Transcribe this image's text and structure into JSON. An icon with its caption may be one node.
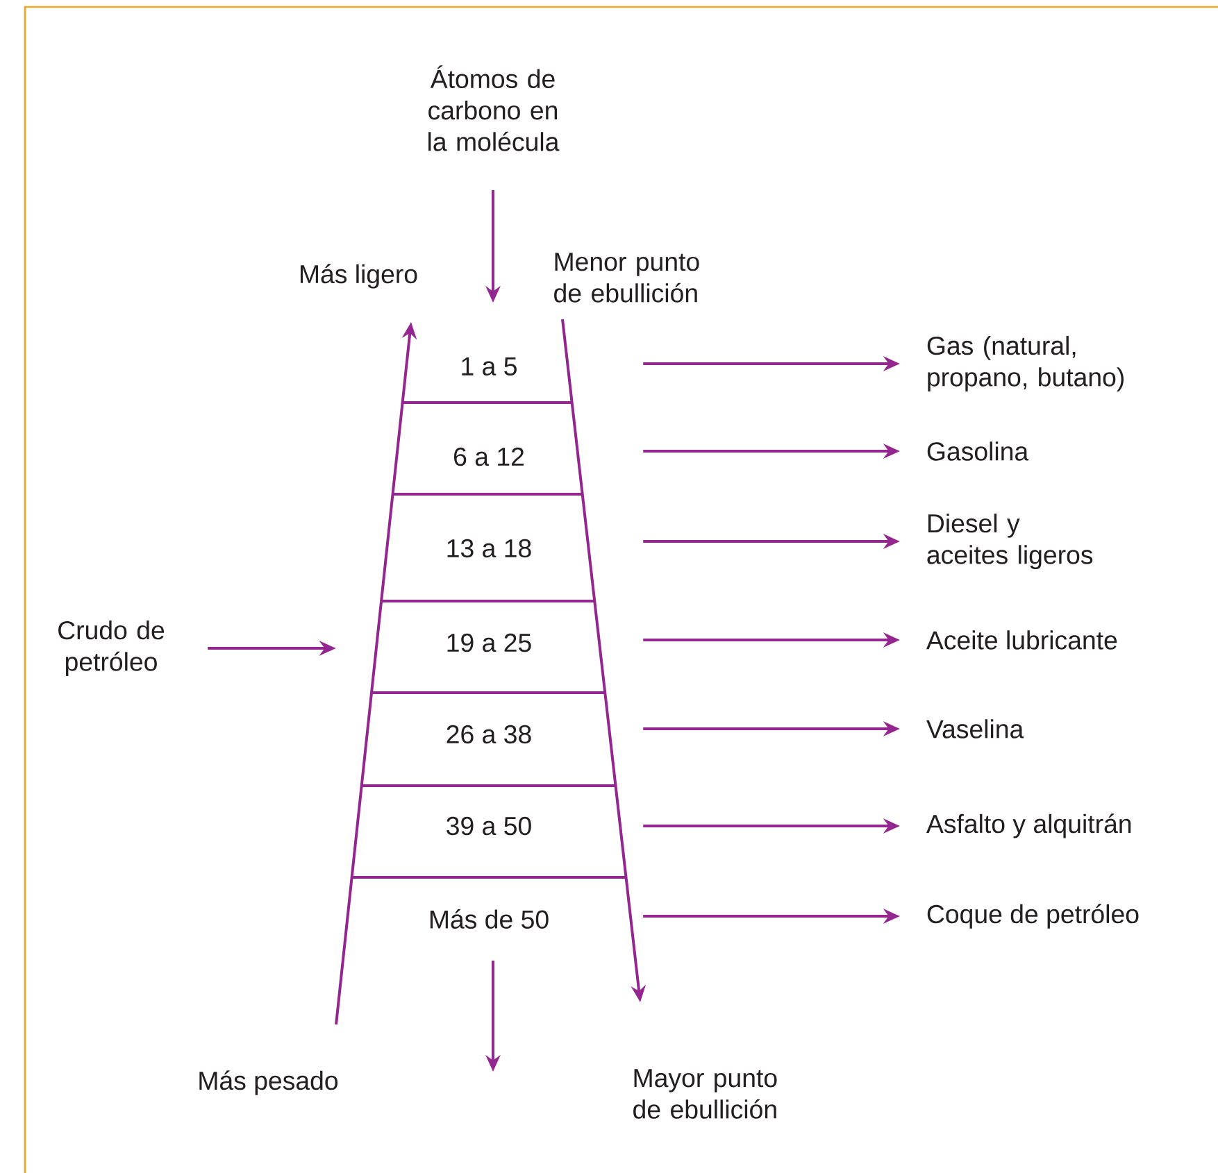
{
  "diagram": {
    "nodes": [
      {
        "text": [],
        "shape": "box"
      },
      {
        "text": [
          "1 a 5"
        ],
        "in": 0
      },
      {
        "text": [
          "6 a 12"
        ],
        "in": 0
      },
      {
        "text": [
          "13 a 18"
        ],
        "in": 0
      },
      {
        "text": [
          "19 a 25"
        ],
        "in": 0
      },
      {
        "text": [
          "26 a 38"
        ],
        "in": 0
      },
      {
        "text": [
          "39 a 50"
        ],
        "in": 0
      },
      {
        "text": [
          "Más de 50"
        ],
        "in": 0
      },
      {
        "text": [
          "Crudo de petróleo"
        ]
      },
      {
        "text": [
          "Gas (natural, propano, butano)"
        ]
      },
      {
        "text": [
          "Gasolina"
        ]
      },
      {
        "text": [
          "Diesel y aceites ligeros"
        ]
      },
      {
        "text": [
          "Aceite lubricante"
        ]
      },
      {
        "text": [
          "Vaselina"
        ]
      },
      {
        "text": [
          "Asfalto y alquitrán"
        ]
      },
      {
        "text": [
          "Coque de petróleo"
        ]
      }
    ],
    "edges": [
      {
        "from": 8,
        "to": 0,
        "arrow": "to"
      },
      {
        "from": 0,
        "to": 9,
        "arrow": "to"
      },
      {
        "from": 0,
        "to": 10,
        "arrow": "to"
      },
      {
        "from": 0,
        "to": 11,
        "arrow": "to"
      },
      {
        "from": 0,
        "to": 12,
        "arrow": "to"
      },
      {
        "from": 0,
        "to": 13,
        "arrow": "to"
      },
      {
        "from": 0,
        "to": 14,
        "arrow": "to"
      },
      {
        "from": 0,
        "to": 15,
        "arrow": "to"
      }
    ],
    "labels": [
      "Átomos de carbono en la molécula",
      "Más ligero",
      "Menor punto de ebullición",
      "Más pesado",
      "Mayor punto de ebullición"
    ]
  }
}
